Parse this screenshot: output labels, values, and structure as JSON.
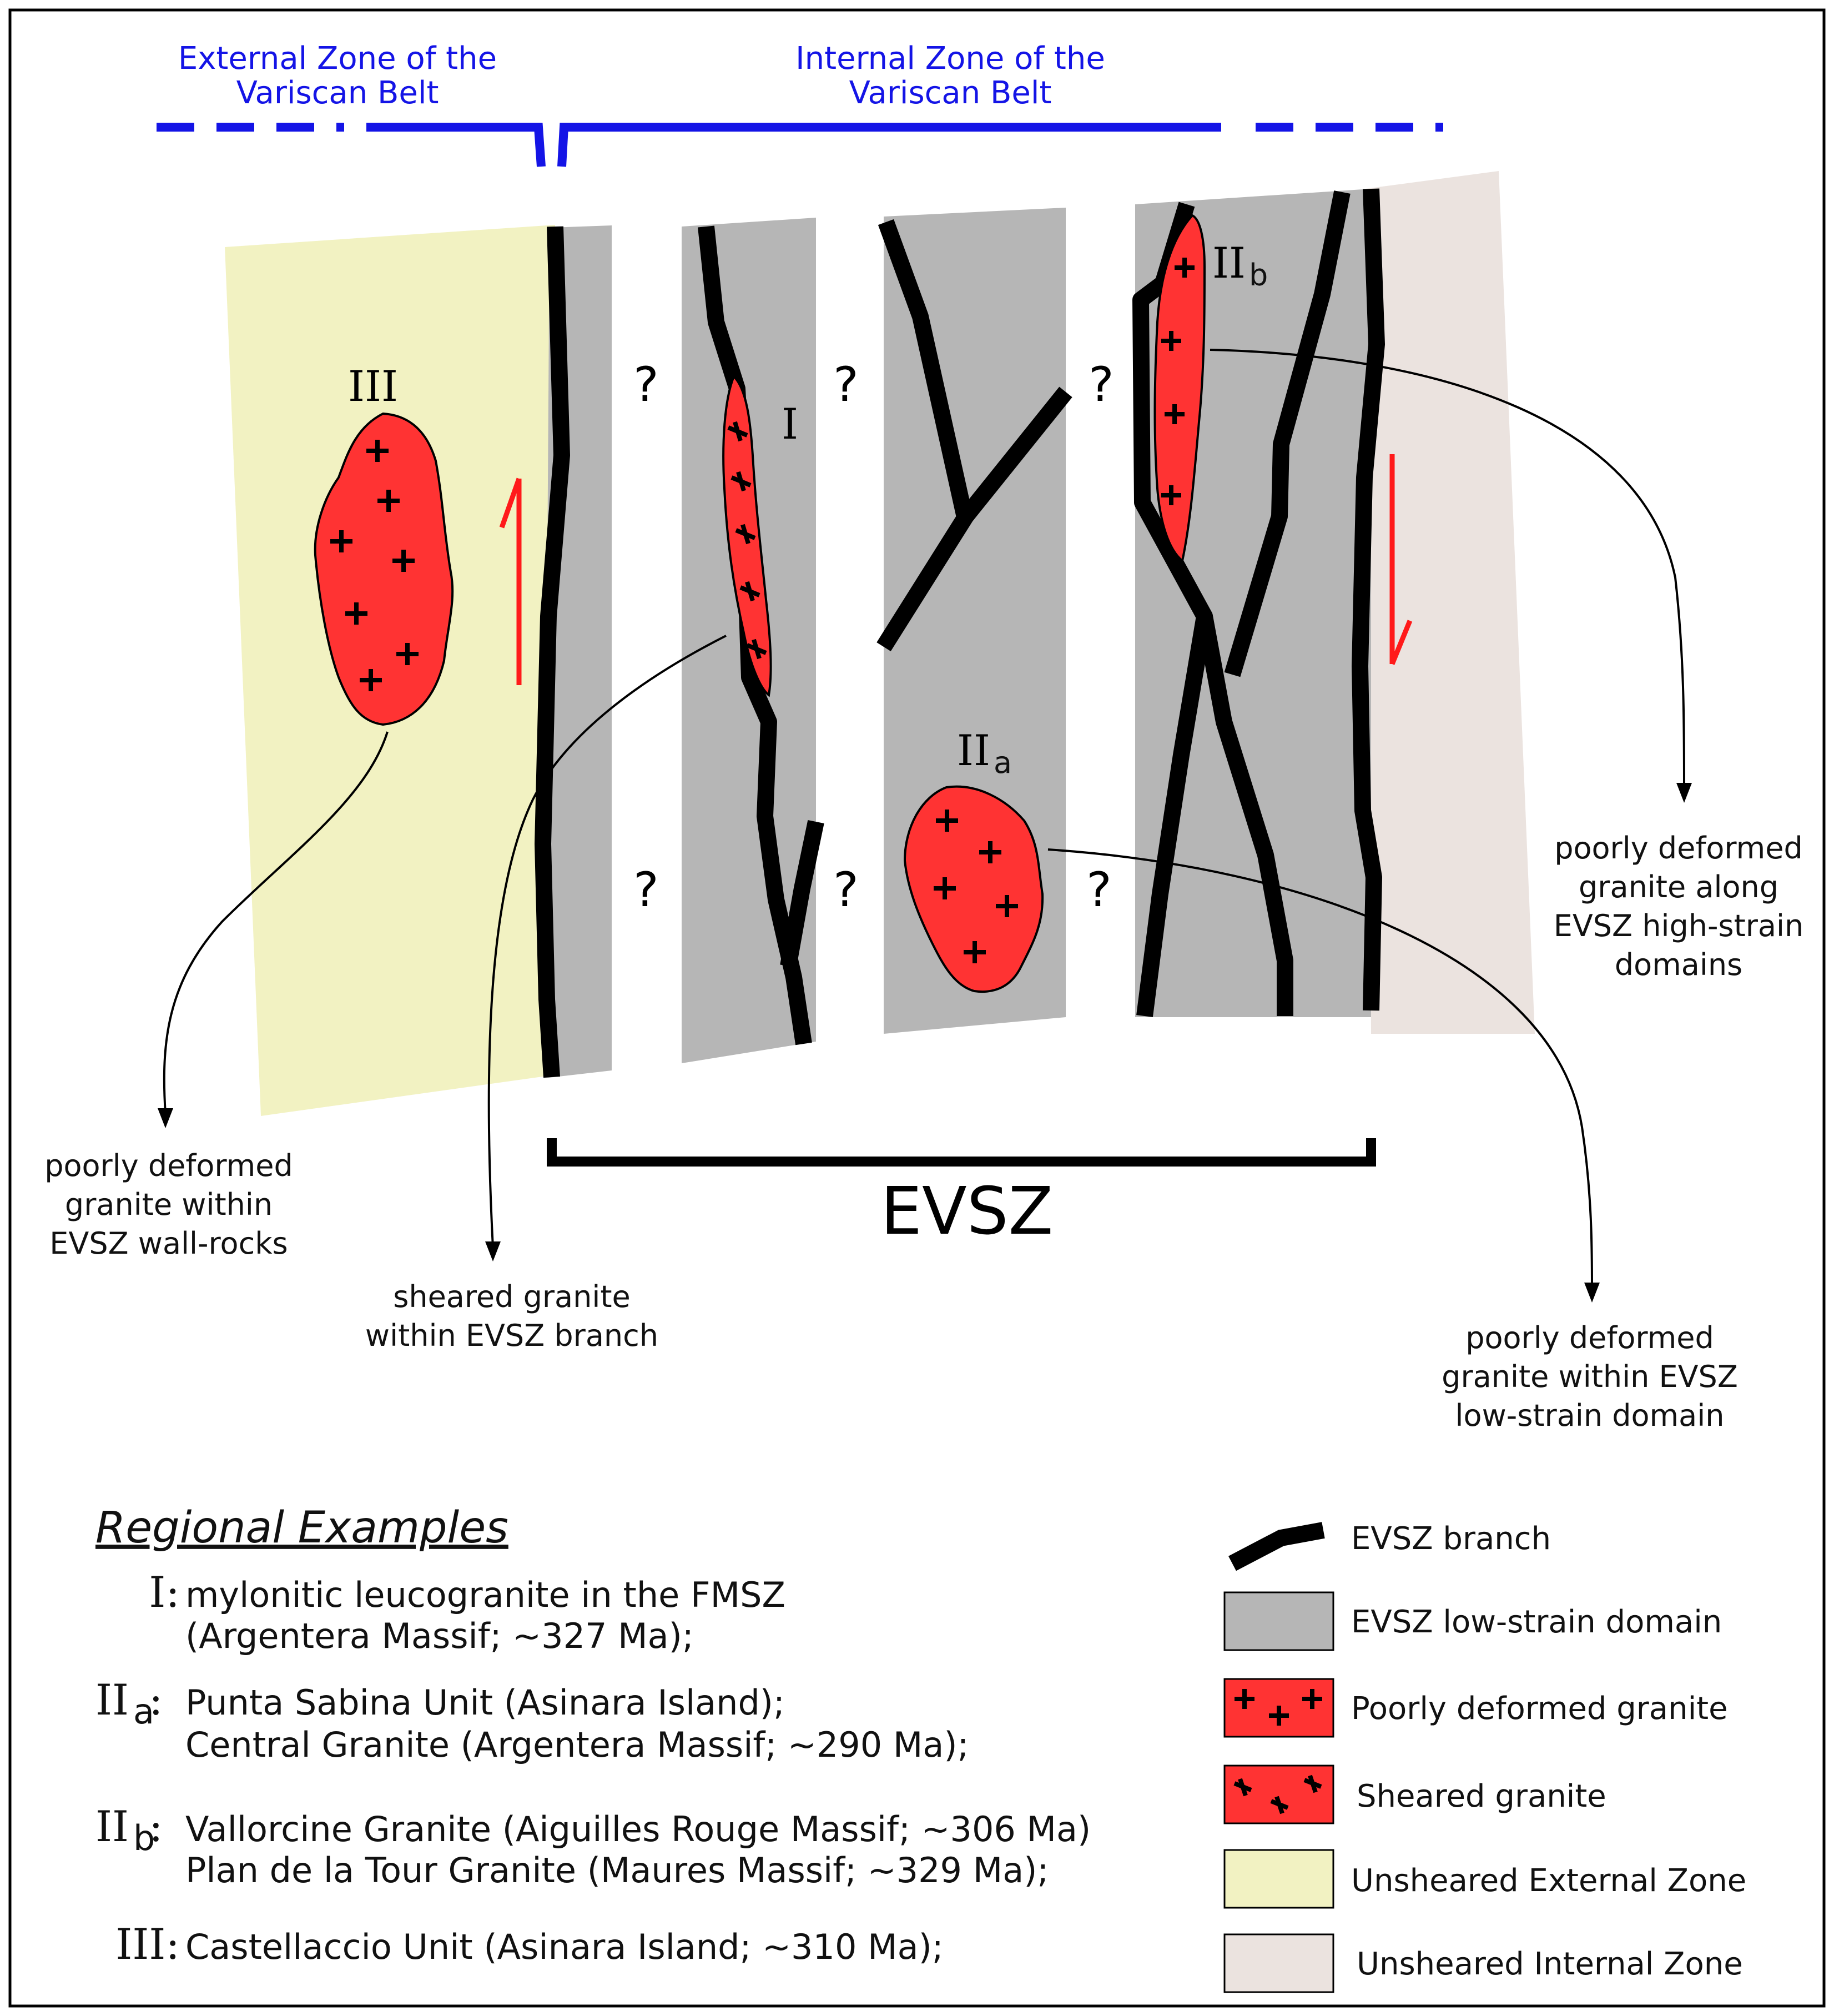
{
  "zones": {
    "external": [
      "External Zone of the",
      "Variscan Belt"
    ],
    "internal": [
      "Internal Zone of the",
      "Variscan Belt"
    ]
  },
  "question_mark": "?",
  "granite_labels": {
    "III": "III",
    "I": "I",
    "IIa_main": "II",
    "IIa_sub": "a",
    "IIb_main": "II",
    "IIb_sub": "b"
  },
  "main_label": "EVSZ",
  "annotations": {
    "wall_rocks": [
      "poorly deformed",
      "granite within",
      "EVSZ wall-rocks"
    ],
    "sheared_branch": [
      "sheared granite",
      "within EVSZ branch"
    ],
    "low_strain": [
      "poorly deformed",
      "granite within EVSZ",
      "low-strain domain"
    ],
    "high_strain": [
      "poorly deformed",
      "granite along",
      "EVSZ high-strain",
      "domains"
    ]
  },
  "regional_examples": {
    "title": "Regional Examples",
    "I": {
      "key": "I:",
      "lines": [
        "mylonitic leucogranite in the FMSZ",
        "(Argentera Massif; ~327 Ma);"
      ]
    },
    "IIa": {
      "key_main": "II",
      "key_sub": "a",
      "key_colon": ":",
      "lines": [
        "Punta Sabina Unit (Asinara Island);",
        "Central Granite (Argentera Massif; ~290 Ma);"
      ]
    },
    "IIb": {
      "key_main": "II",
      "key_sub": "b",
      "key_colon": ":",
      "lines": [
        "Vallorcine Granite (Aiguilles Rouge Massif; ~306 Ma)",
        "Plan de la Tour Granite (Maures Massif; ~329 Ma);"
      ]
    },
    "III": {
      "key": "III:",
      "lines": [
        "Castellaccio Unit (Asinara Island; ~310 Ma);"
      ]
    }
  },
  "legend": {
    "branch": "EVSZ branch",
    "low_strain": "EVSZ low-strain domain",
    "poorly_deformed": "Poorly deformed granite",
    "sheared": "Sheared granite",
    "unsheared_external": "Unsheared External Zone",
    "unsheared_internal": "Unsheared Internal Zone"
  },
  "colors": {
    "external_zone": "#f2f2c2",
    "internal_zone": "#ebe3df",
    "low_strain": "#b6b6b6",
    "granite": "#ff3333",
    "zone_bracket": "#1414e6",
    "sense_arrow": "#ff1a1a",
    "branch": "#000000"
  }
}
